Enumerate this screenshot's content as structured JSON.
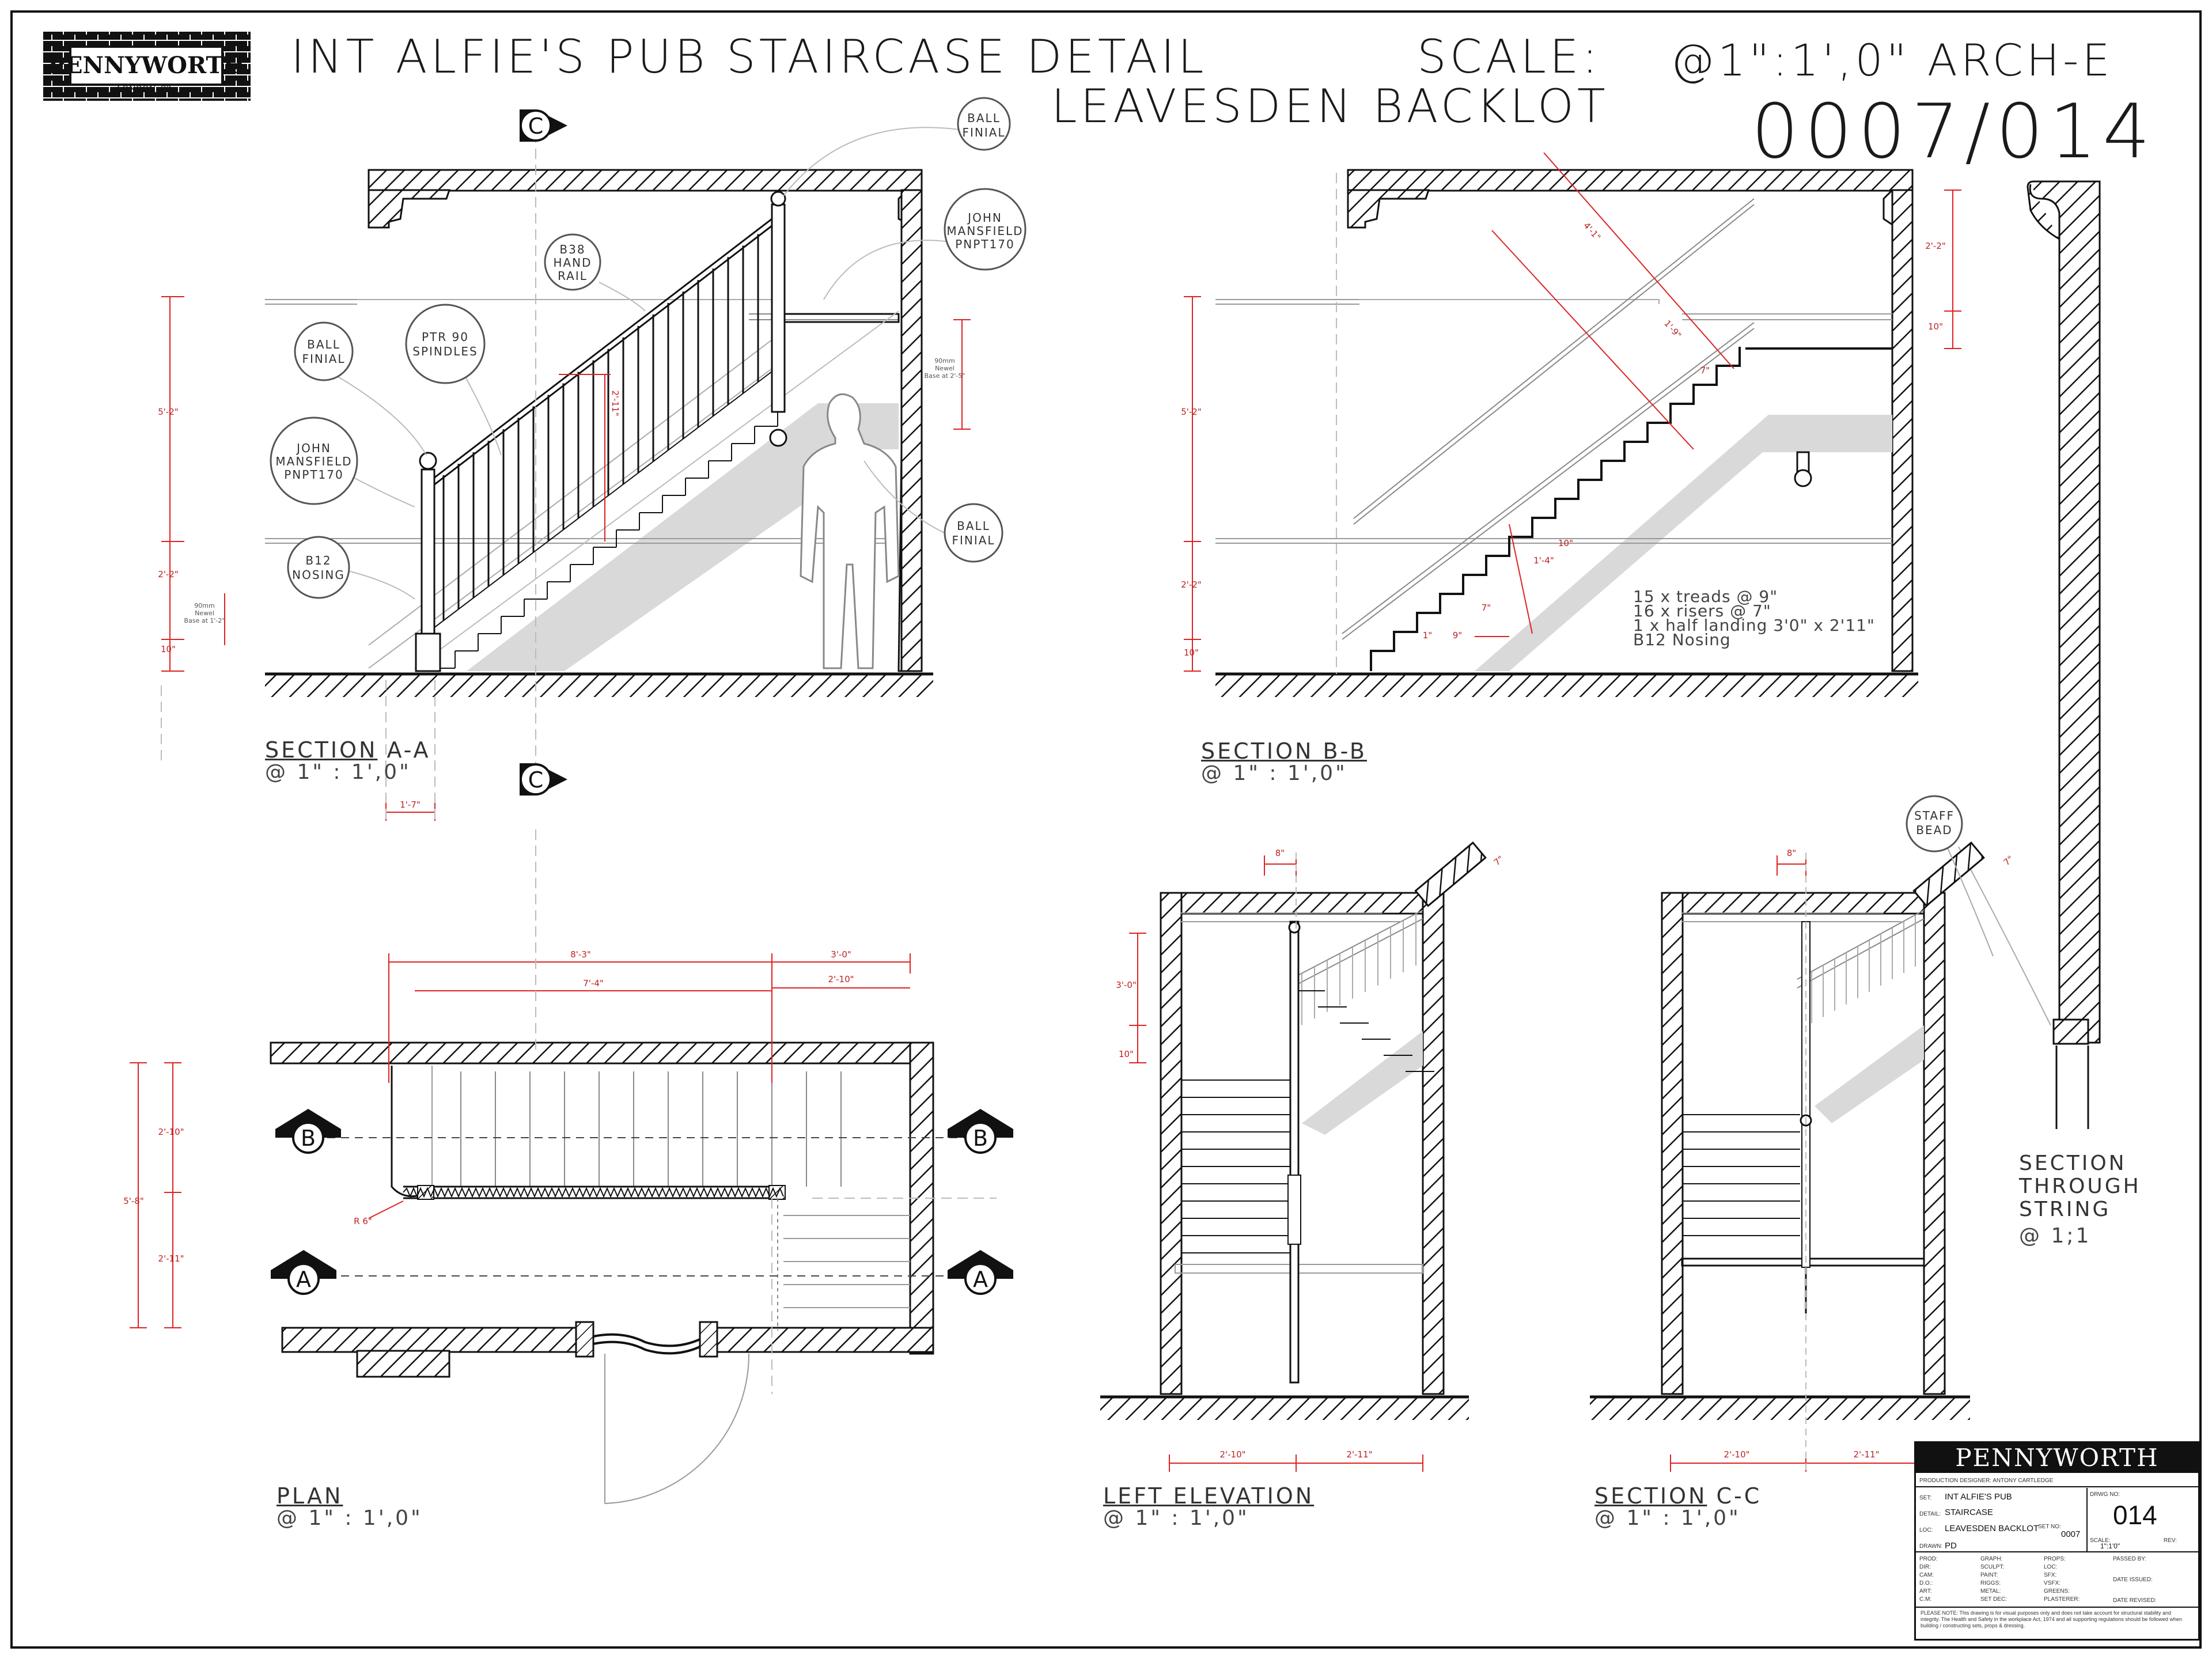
{
  "sheet": {
    "title": "INT ALFIE'S PUB STAIRCASE DETAIL",
    "location": "LEAVESDEN BACKLOT",
    "scale_label": "SCALE:",
    "scale_value": "@1\":1',0\"  ARCH-E",
    "drawing_number": "0007/014"
  },
  "logo": {
    "name": "PENNYWORTH",
    "sub": "LONDON, S3"
  },
  "views": {
    "section_aa": {
      "title": "SECTION A-A",
      "title_u": "SECTION",
      "title_rest": " A-A",
      "scale": "@ 1\" : 1',0\""
    },
    "section_bb": {
      "title_u": "SECTION B-B",
      "scale": "@ 1\" : 1',0\""
    },
    "plan": {
      "title_u": "PLAN",
      "scale": "@ 1\" : 1',0\""
    },
    "left_elevation": {
      "title_u": "LEFT ELEVATION",
      "scale": "@ 1\" : 1',0\""
    },
    "section_cc": {
      "title_u": "SECTION",
      "title_rest": " C-C",
      "scale": "@ 1\" : 1',0\""
    },
    "section_string": {
      "line1": "SECTION",
      "line2": "THROUGH",
      "line3": "STRING",
      "scale": "@ 1;1"
    }
  },
  "section_markers": {
    "c": "C",
    "a": "A",
    "b": "B"
  },
  "callouts_a": {
    "ball_finial_top": [
      "BALL",
      "FINIAL"
    ],
    "john_mansfield_top": [
      "JOHN",
      "MANSFIELD",
      "PNPT170"
    ],
    "b38": [
      "B38",
      "HAND",
      "RAIL"
    ],
    "ptr90": [
      "PTR 90",
      "SPINDLES"
    ],
    "ball_finial_left": [
      "BALL",
      "FINIAL"
    ],
    "john_mansfield_left": [
      "JOHN",
      "MANSFIELD",
      "PNPT170"
    ],
    "b12": [
      "B12",
      "NOSING"
    ],
    "ball_finial_right": [
      "BALL",
      "FINIAL"
    ]
  },
  "callouts_cc": {
    "staff_bead": [
      "STAFF",
      "BEAD"
    ]
  },
  "dims_a": {
    "h1": "5'-2\"",
    "h2": "2'-2\"",
    "h3": "10\"",
    "h4": "2'-11\"",
    "newel_note": [
      "90mm",
      "Newel",
      "Base at 1'-2\""
    ],
    "newel_note_right": [
      "90mm",
      "Newel",
      "Base at 2'-5\""
    ],
    "width_below": "1'-7\""
  },
  "dims_b": {
    "h1": "5'-2\"",
    "h2": "2'-2\"",
    "h3": "10\"",
    "r1": "2'-2\"",
    "r2": "10\"",
    "diag1": "4'-1\"",
    "diag2": "1'-9\"",
    "tread_a": "7\"",
    "tread_b": "10\"",
    "tread_c": "1'-4\"",
    "tread_d": "7\"",
    "tread_e": "9\"",
    "tread_f": "1\""
  },
  "stair_notes": [
    "15 x treads @ 9\"",
    "16 x risers  @ 7\"",
    "1  x half landing  3'0\" x 2'11\"",
    "B12 Nosing"
  ],
  "dims_plan": {
    "w1": "8'-3\"",
    "w2": "7'-4\"",
    "w3": "3'-0\"",
    "w4": "2'-10\"",
    "d1": "2'-10\"",
    "d2": "5'-8\"",
    "d3": "2'-11\"",
    "r": "R 6\""
  },
  "dims_le": {
    "top": "8\"",
    "diag": "7\"",
    "h1": "3'-0\"",
    "h2": "10\"",
    "b1": "2'-10\"",
    "b2": "2'-11\""
  },
  "dims_cc": {
    "top": "8\"",
    "diag": "7\"",
    "b1": "2'-10\"",
    "b2": "2'-11\""
  },
  "title_block": {
    "company": "PENNYWORTH",
    "designer_label": "PRODUCTION DESIGNER:",
    "designer": "ANTONY CARTLEDGE",
    "set_label": "SET:",
    "set": "INT ALFIE'S PUB",
    "detail_label": "DETAIL:",
    "detail": "STAIRCASE",
    "loc_label": "LOC:",
    "loc": "LEAVESDEN BACKLOT",
    "set_no_label": "SET NO:",
    "set_no": "0007",
    "drawn_label": "DRAWN:",
    "drawn": "PD",
    "drwg_label": "DRWG NO:",
    "drwg": "014",
    "scale_label": "SCALE:",
    "scale": "1\":1'0\"",
    "rev_label": "REV:",
    "dept_col1": [
      "PROD:",
      "DIR:",
      "CAM:",
      "D.O.:",
      "ART:",
      "C.M:"
    ],
    "dept_col2": [
      "GRAPH:",
      "SCULPT:",
      "PAINT:",
      "RIGGS:",
      "METAL:",
      "SET DEC:"
    ],
    "dept_col3": [
      "PROPS:",
      "LOC:",
      "SFX:",
      "VSFX:",
      "GREENS:",
      "PLASTERER:"
    ],
    "passed_label": "PASSED BY:",
    "date_issued_label": "DATE ISSUED:",
    "date_revised_label": "DATE REVISED:",
    "note": "PLEASE NOTE: This drawing is for visual purposes only and does not take account for structural stability and integrity. The Health and Safety in the workplace Act, 1974 and all supporting regulations should be followed when building / constructing sets, props & dressing."
  }
}
